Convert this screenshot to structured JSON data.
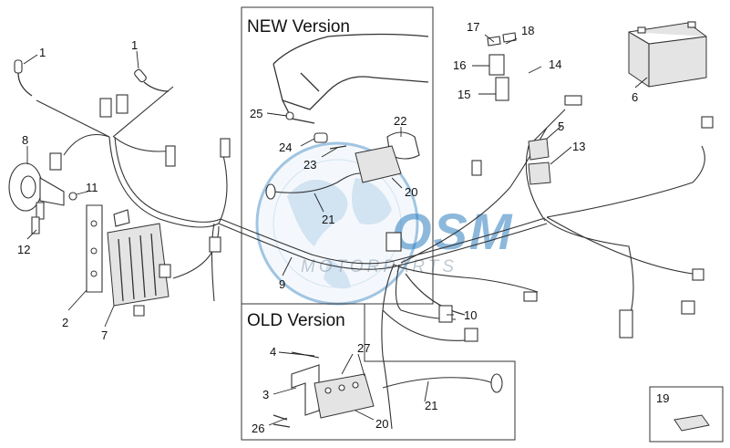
{
  "sections": {
    "new_version": "NEW Version",
    "old_version": "OLD Version"
  },
  "watermark": {
    "brand": "OSM",
    "sub": "MOTORPARTS"
  },
  "part_labels": {
    "p1a": "1",
    "p1b": "1",
    "p2": "2",
    "p3": "3",
    "p4": "4",
    "p5": "5",
    "p6": "6",
    "p7": "7",
    "p8": "8",
    "p9": "9",
    "p10": "10",
    "p11": "11",
    "p12": "12",
    "p13": "13",
    "p14": "14",
    "p15": "15",
    "p16": "16",
    "p17": "17",
    "p18": "18",
    "p19": "19",
    "p20a": "20",
    "p20b": "20",
    "p21a": "21",
    "p21b": "21",
    "p22": "22",
    "p23": "23",
    "p24": "24",
    "p25": "25",
    "p26": "26",
    "p27": "27"
  },
  "colors": {
    "line": "#333333",
    "watermark_blue": "#2f7fc1",
    "watermark_grey": "#8aa0b0"
  }
}
